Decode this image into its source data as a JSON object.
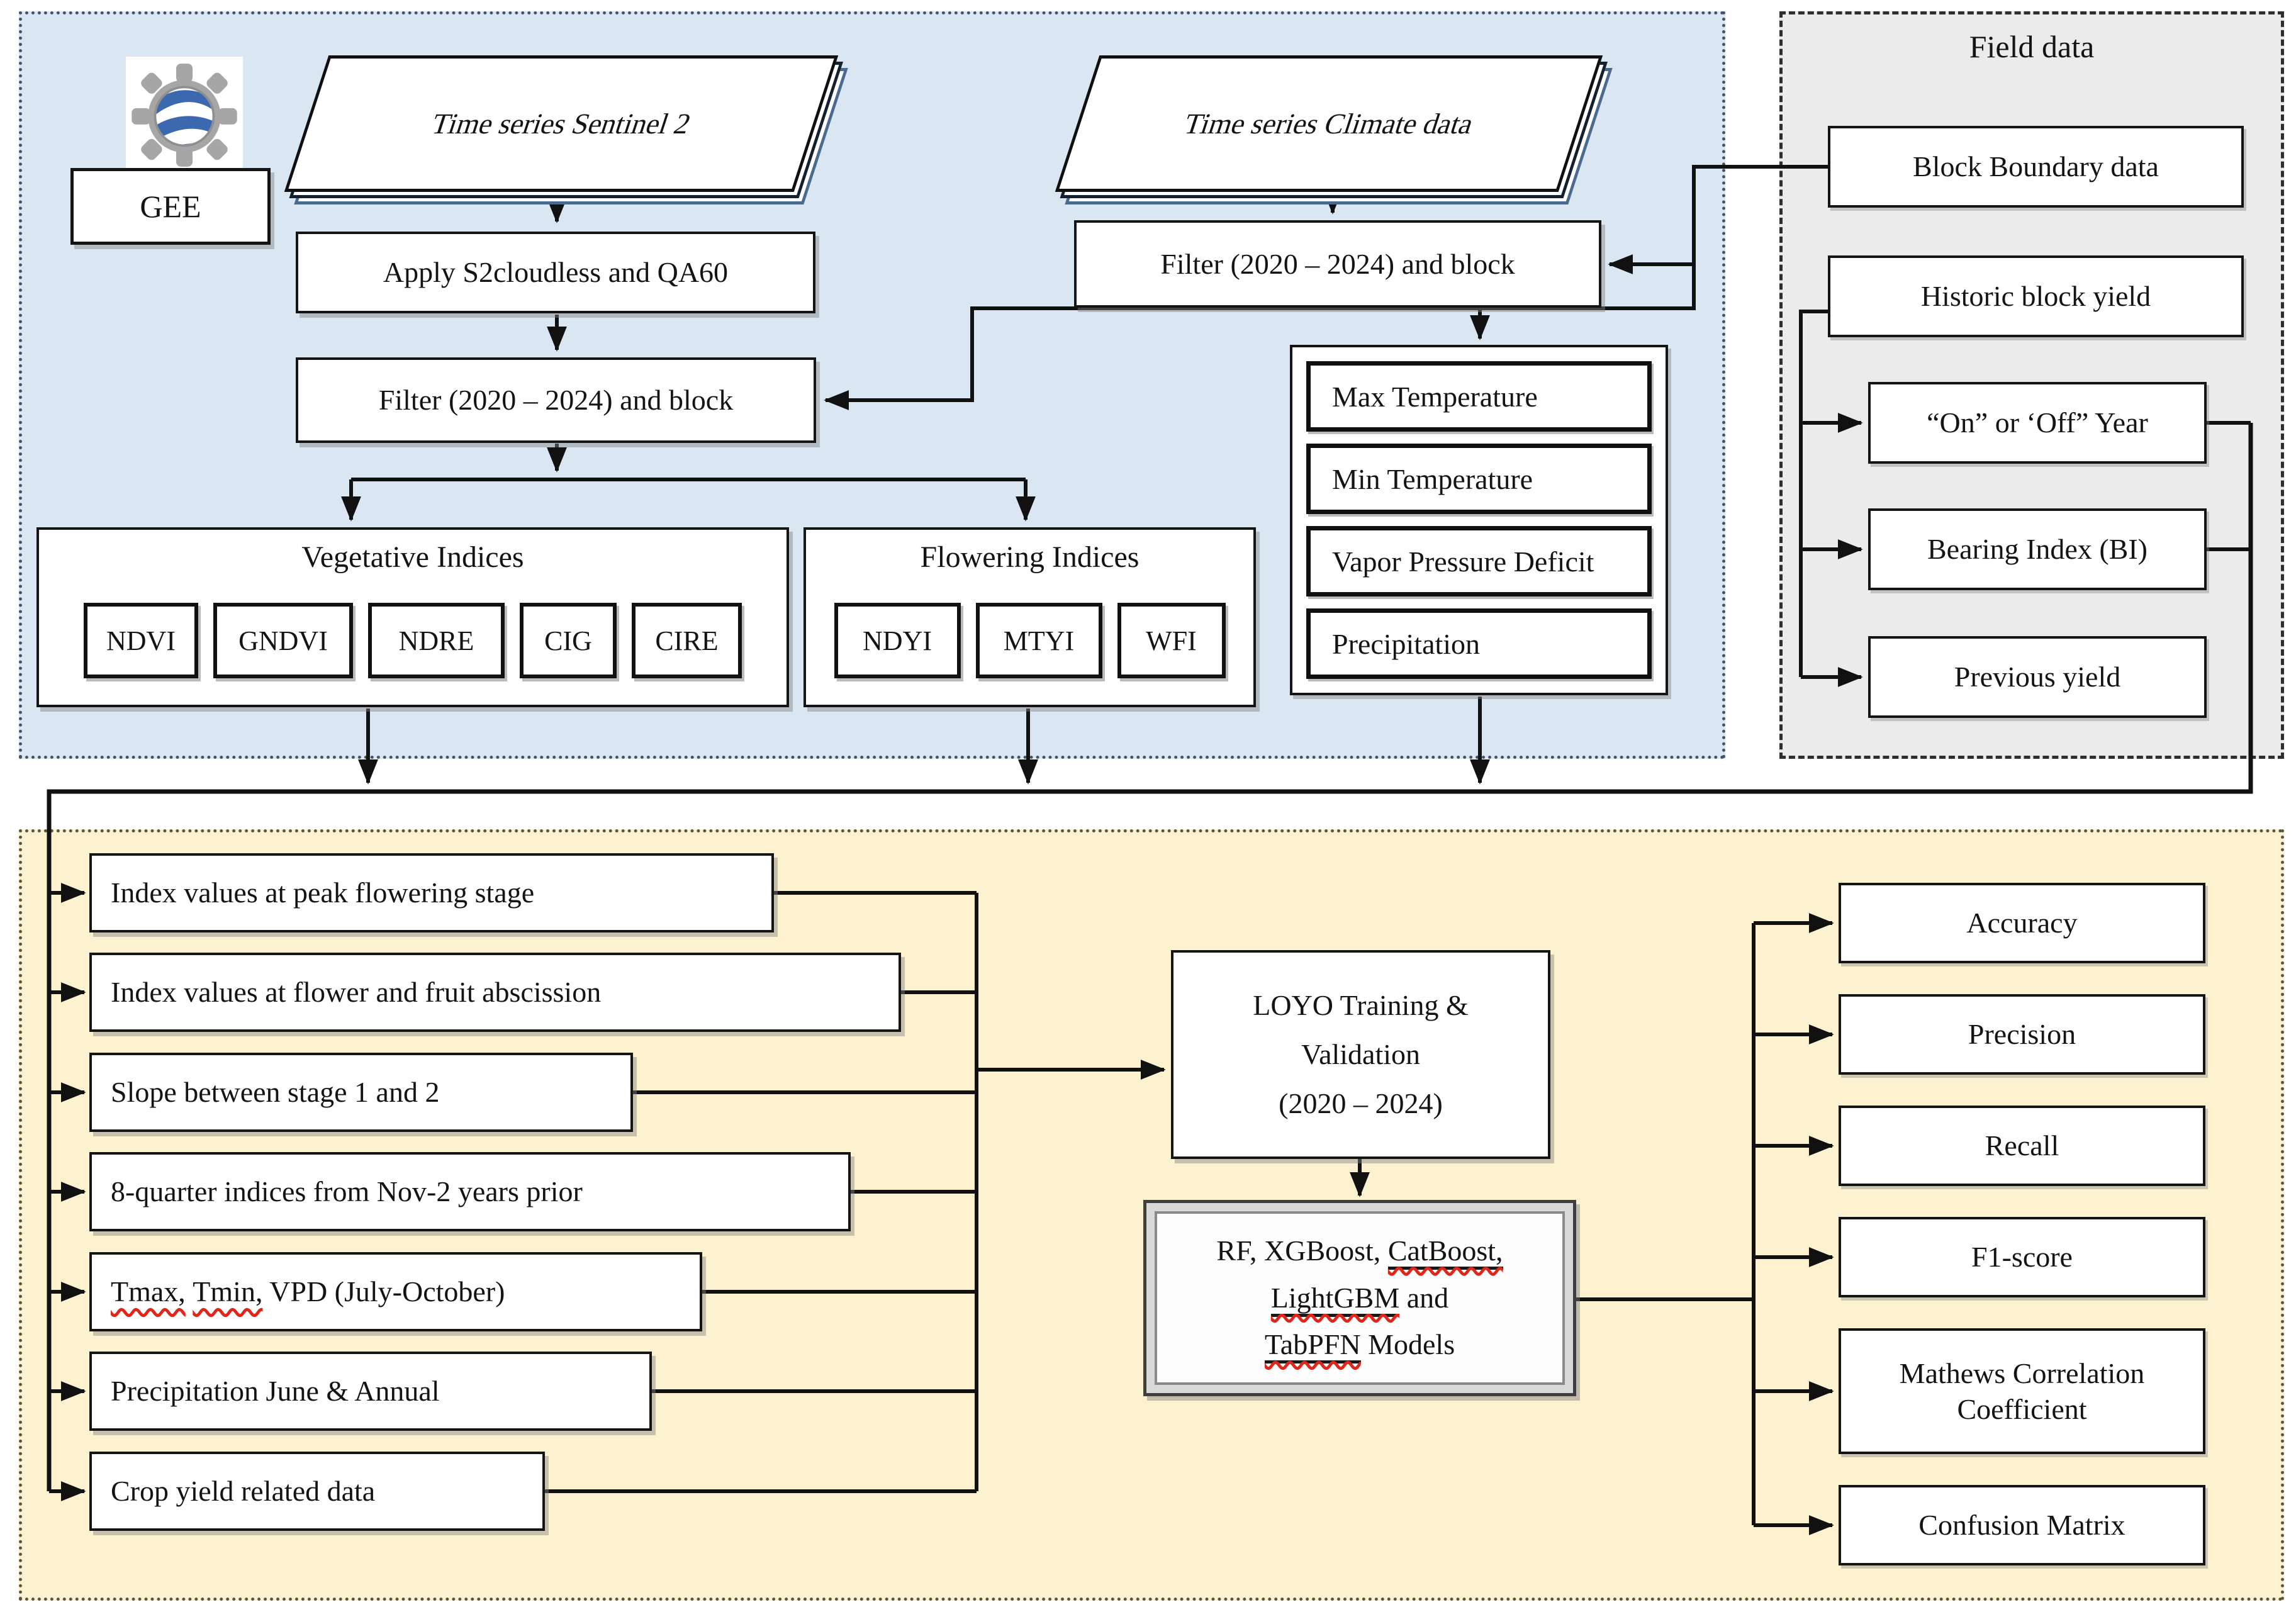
{
  "gee": {
    "label": "GEE",
    "icon": "google-earth-engine-logo"
  },
  "top_left": {
    "source": "Time series Sentinel 2",
    "apply": "Apply S2cloudless and QA60",
    "filter": "Filter (2020 – 2024) and block",
    "vegetative": {
      "title": "Vegetative Indices",
      "items": [
        "NDVI",
        "GNDVI",
        "NDRE",
        "CIG",
        "CIRE"
      ]
    },
    "flowering": {
      "title": "Flowering Indices",
      "items": [
        "NDYI",
        "MTYI",
        "WFI"
      ]
    }
  },
  "top_middle": {
    "source": "Time series Climate data",
    "filter": "Filter (2020 – 2024) and block",
    "variables": [
      "Max Temperature",
      "Min Temperature",
      "Vapor Pressure Deficit",
      "Precipitation"
    ]
  },
  "field_data": {
    "title": "Field data",
    "block_boundary": "Block Boundary data",
    "historic_yield": "Historic block yield",
    "children": [
      "“On” or ‘Off” Year",
      "Bearing Index (BI)",
      "Previous yield"
    ]
  },
  "features": {
    "item1": "Index values at peak flowering stage",
    "item2": "Index values at flower and fruit abscission",
    "item3": "Slope between stage 1 and 2",
    "item4": "8-quarter indices from Nov-2 years prior",
    "item5": {
      "p1": "Tmax,",
      "sep": " ",
      "p2": "Tmin,",
      "p3": " VPD (July-October)"
    },
    "item6": "Precipitation June & Annual",
    "item7": "Crop yield related data"
  },
  "training": {
    "line1": "LOYO Training &",
    "line2": "Validation",
    "line3": "(2020 – 2024)"
  },
  "models": {
    "pre": "RF, XGBoost, ",
    "m1": "CatBoost,",
    "m2": "LightGBM",
    "mid": " and",
    "m3": "TabPFN",
    "post": " Models"
  },
  "metrics": [
    "Accuracy",
    "Precision",
    "Recall",
    "F1-score",
    "Mathews Correlation Coefficient",
    "Confusion Matrix"
  ],
  "colors": {
    "gee_panel_bg": "#dbe6f3",
    "field_panel_bg": "#ebebeb",
    "processing_panel_bg": "#fdf2cf",
    "line": "#111111",
    "spellcheck_red": "#e0261b",
    "logo_blue": "#3c68b0",
    "logo_gray": "#a6a6a6"
  }
}
